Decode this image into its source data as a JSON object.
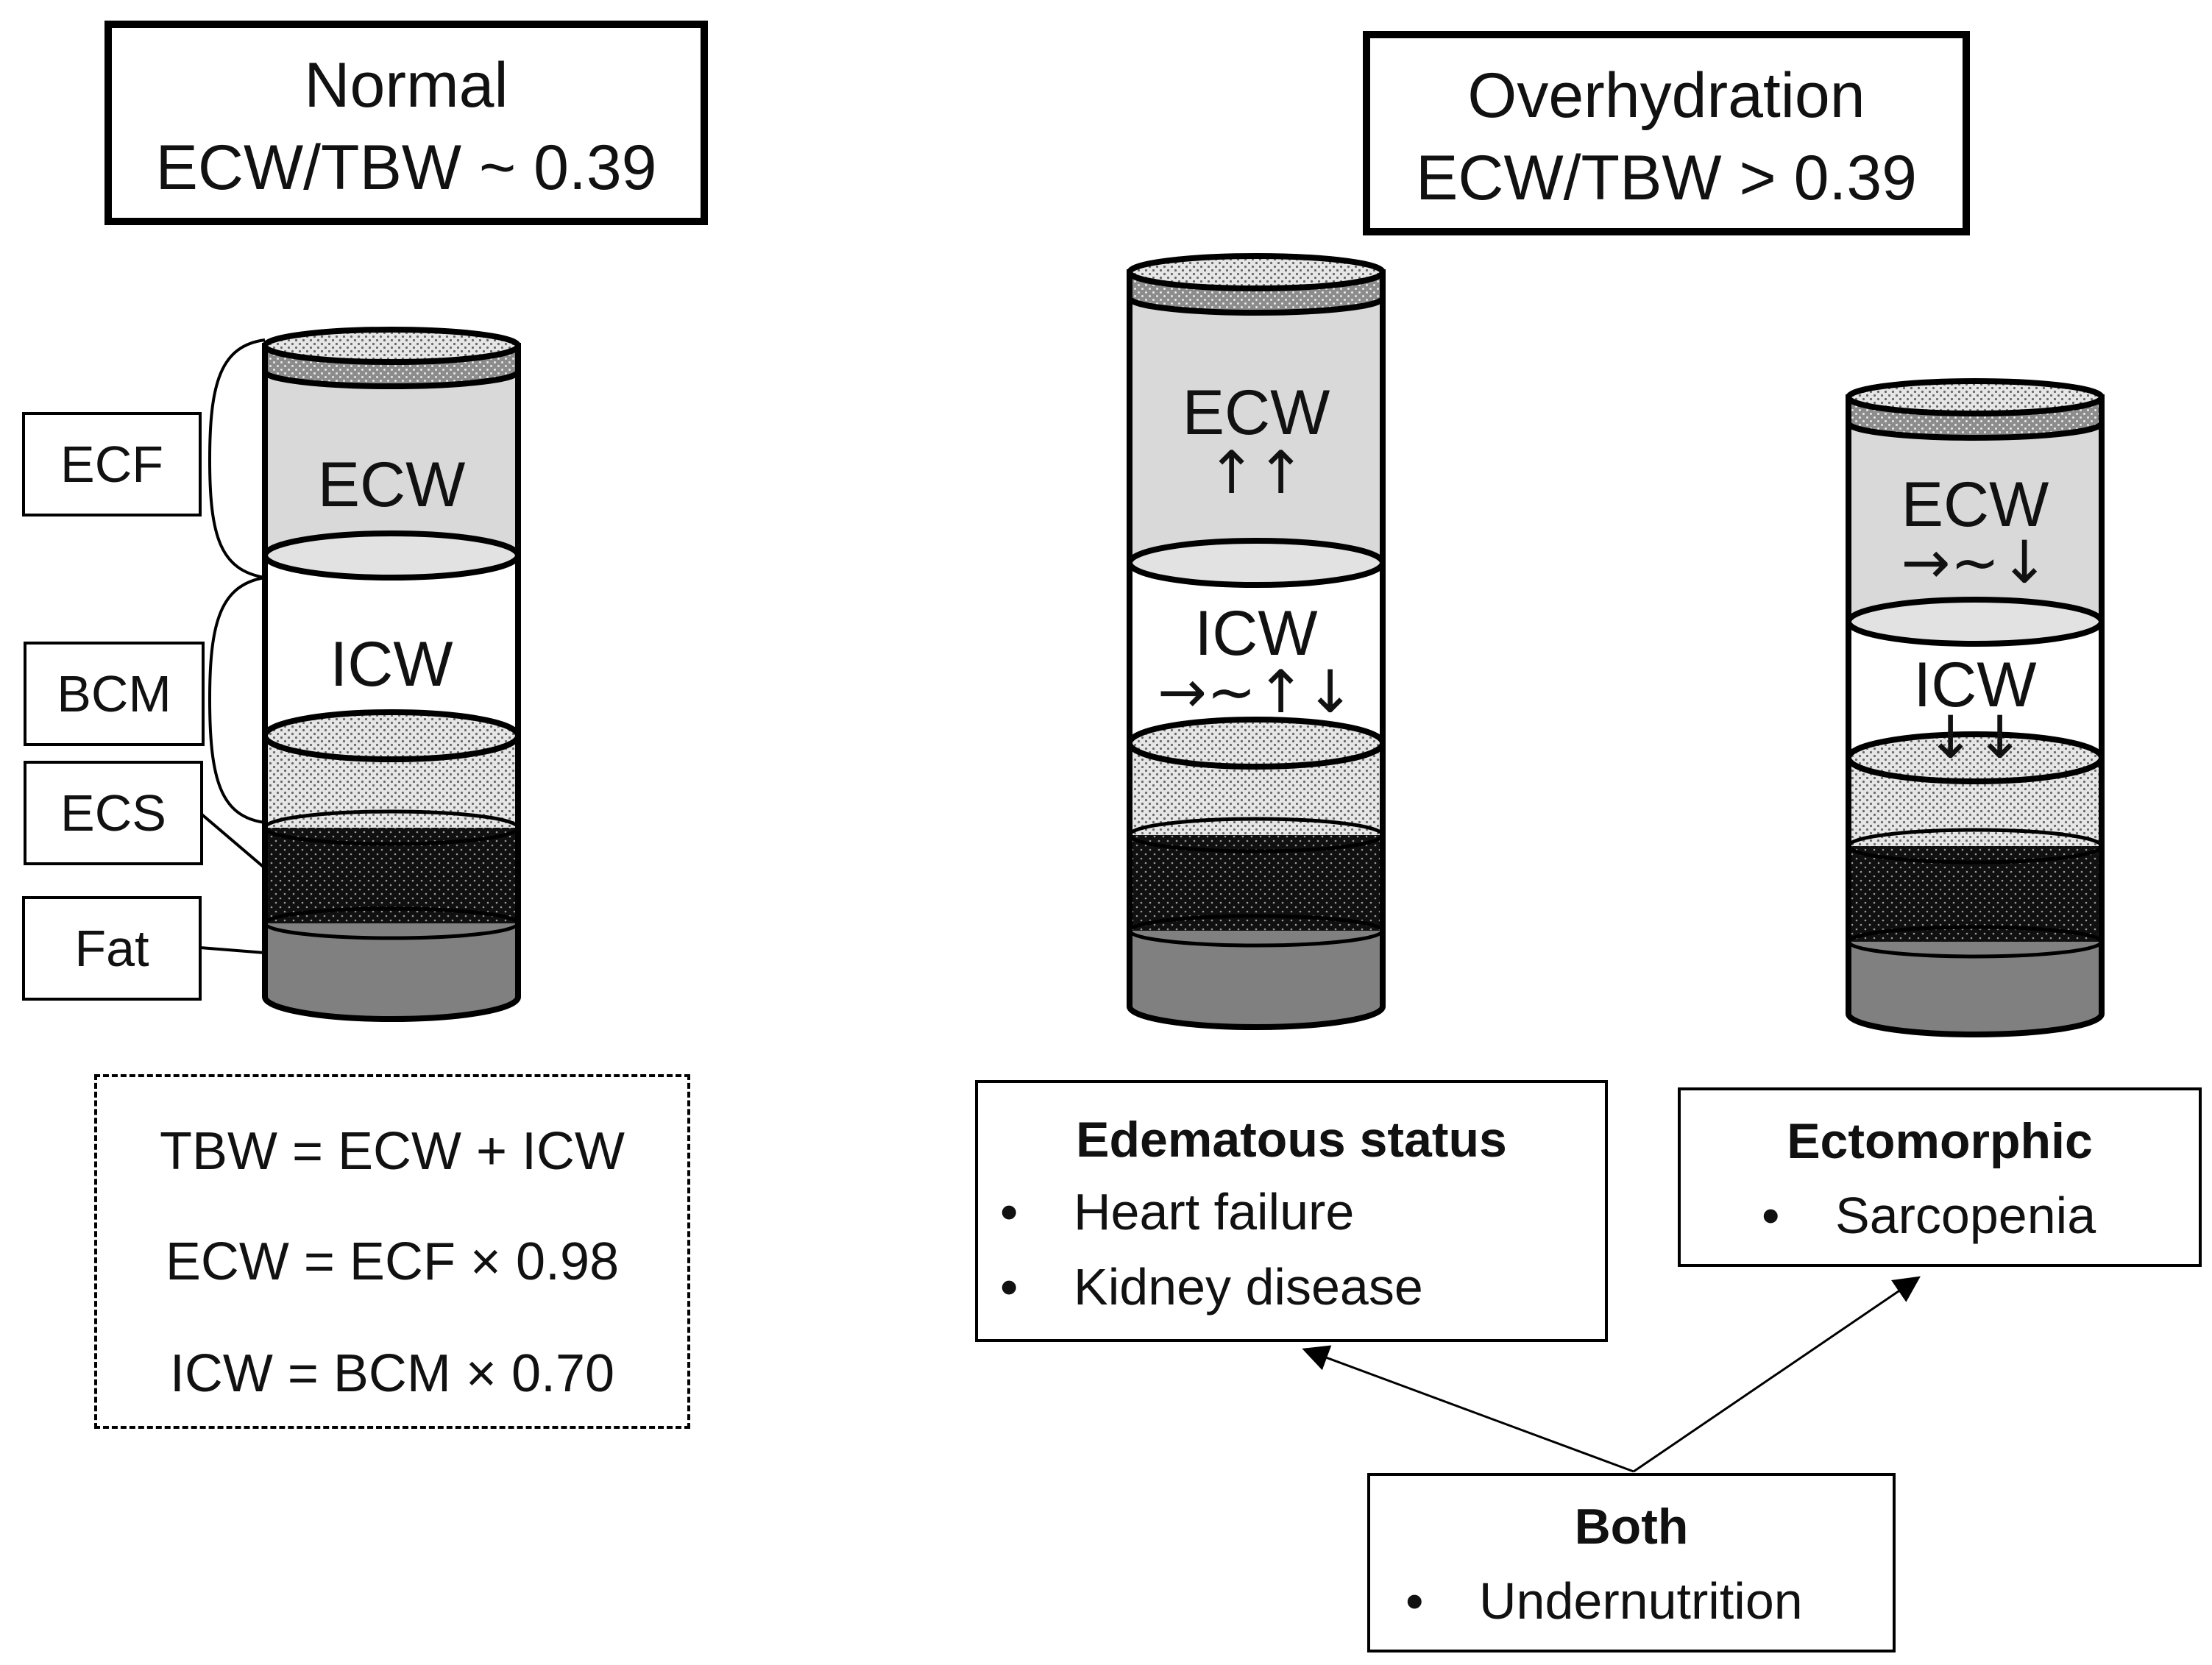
{
  "normal": {
    "title": "Normal",
    "ratio": "ECW/TBW ~ 0.39",
    "labels": {
      "ecf": "ECF",
      "bcm": "BCM",
      "ecs": "ECS",
      "fat": "Fat"
    },
    "ecw": "ECW",
    "icw": "ICW",
    "formulas": [
      "TBW = ECW + ICW",
      "ECW = ECF × 0.98",
      "ICW = BCM × 0.70"
    ]
  },
  "overhydration": {
    "title": "Overhydration",
    "ratio": "ECW/TBW > 0.39",
    "edematous": {
      "ecw": "ECW",
      "ecw_change": "↑↑",
      "icw": "ICW",
      "icw_change": "→∼↑↓"
    },
    "ectomorphic": {
      "ecw": "ECW",
      "ecw_change": "→∼↓",
      "icw": "ICW",
      "icw_change": "↓↓"
    }
  },
  "conditions": {
    "edematous": {
      "title": "Edematous status",
      "items": [
        "Heart failure",
        "Kidney disease"
      ]
    },
    "ectomorphic": {
      "title": "Ectomorphic",
      "items": [
        "Sarcopenia"
      ]
    },
    "both": {
      "title": "Both",
      "items": [
        "Undernutrition"
      ]
    }
  },
  "bullet": "•",
  "colors": {
    "ecw_fill": "#d9d9d9",
    "icw_fill": "#ffffff",
    "fat_fill": "#808080",
    "ecs_fill": "#111111",
    "cap_fill": "#9a9a9a"
  }
}
